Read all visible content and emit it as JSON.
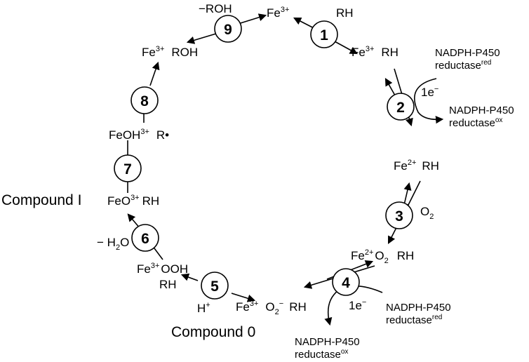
{
  "steps": [
    "1",
    "2",
    "3",
    "4",
    "5",
    "6",
    "7",
    "8",
    "9"
  ],
  "labels": {
    "fe3_top": "Fe",
    "fe3_top_sup": "3+",
    "rh_top": "RH",
    "minus_roh": "−ROH",
    "fe3_rh_1": "Fe",
    "fe3_rh_1_sup": "3+",
    "fe3_rh_1_rh": "RH",
    "fe3_roh": "Fe",
    "fe3_roh_sup": "3+",
    "fe3_roh_roh": "ROH",
    "feoh": "FeOH",
    "feoh_sup": "3+",
    "feoh_r": "R•",
    "compound1": "Compound I",
    "feo": "FeO",
    "feo_sup": "3+",
    "feo_rh": "RH",
    "minus_h2o_1": "− H",
    "minus_h2o_sub": "2",
    "minus_h2o_2": "O",
    "fe3_ooh": "Fe",
    "fe3_ooh_sup": "3+",
    "fe3_ooh_ooh": "OOH",
    "fe3_ooh_rh": "RH",
    "hplus": "H",
    "hplus_sup": "+",
    "compound0": "Compound 0",
    "fe3_o2": "Fe",
    "fe3_o2_sup": "3+",
    "fe3_o2_o": "O",
    "fe3_o2_sub": "2",
    "fe3_o2_supm": "−",
    "fe3_o2_rh": "RH",
    "fe2_o2": "Fe",
    "fe2_o2_sup": "2+",
    "fe2_o2_o": "O",
    "fe2_o2_sub": "2",
    "fe2_o2_rh": "RH",
    "fe2_rh": "Fe",
    "fe2_rh_sup": "2+",
    "fe2_rh_rh": "RH",
    "o2_in_o": "O",
    "o2_in_sub": "2",
    "e1_step2": "1e",
    "e1_step2_sup": "−",
    "e1_step4": "1e",
    "e1_step4_sup": "−",
    "nadph_red_2_a": "NADPH-P450",
    "nadph_red_2_b": "reductase",
    "nadph_red_2_sup": "red",
    "nadph_ox_2_a": "NADPH-P450",
    "nadph_ox_2_b": "reductase",
    "nadph_ox_2_sup": "ox",
    "nadph_red_4_a": "NADPH-P450",
    "nadph_red_4_b": "reductase",
    "nadph_red_4_sup": "red",
    "nadph_ox_4_a": "NADPH-P450",
    "nadph_ox_4_b": "reductase",
    "nadph_ox_4_sup": "ox"
  }
}
